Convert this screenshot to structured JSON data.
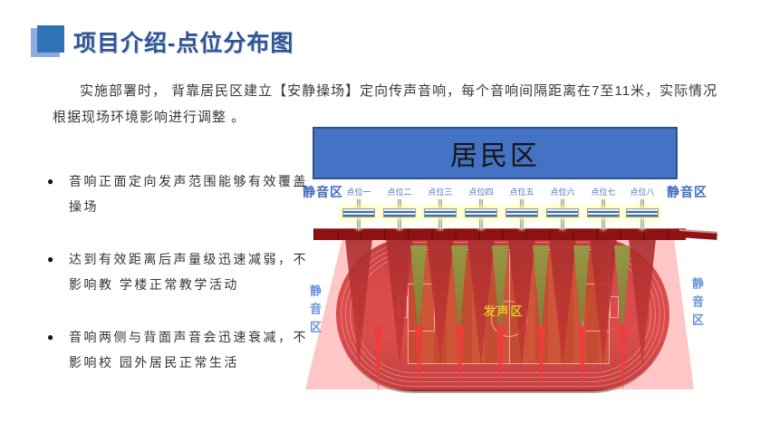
{
  "header": {
    "title": "项目介绍-点位分布图"
  },
  "intro": {
    "text": "实施部署时， 背靠居民区建立【安静操场】定向传声音响，每个音响间隔距离在7至11米，实际情况根据现场环境影响进行调整 。"
  },
  "bullets": [
    {
      "text": "音响正面定向发声范围能够有效覆盖操场"
    },
    {
      "text": "达到有效距离后声量级迅速减弱，不影响教 学楼正常教学活动"
    },
    {
      "text": "音响两侧与背面声音会迅速衰减，不影响校 园外居民正常生活"
    }
  ],
  "diagram": {
    "residential_label": "居民区",
    "quiet_zone_label": "静音区",
    "sound_zone_label": "发声区",
    "points": [
      "点位一",
      "点位二",
      "点位三",
      "点位四",
      "点位五",
      "点位六",
      "点位七",
      "点位八"
    ],
    "colors": {
      "title_blue": "#2F5597",
      "residential_fill": "#4472C4",
      "residential_border": "#2F528F",
      "point_label_blue": "#4472C4",
      "quiet_label_blue": "#3F6BBF",
      "sound_zone_yellow": "#E7C32C",
      "track_red": "#C23838",
      "field_red": "#A8440F",
      "beam_dark_red": "#8A1010",
      "wedge_green": "#4CA62C",
      "wall_dark_red": "#8E1212",
      "overlay_pink": "rgba(255,105,105,0.38)"
    }
  }
}
